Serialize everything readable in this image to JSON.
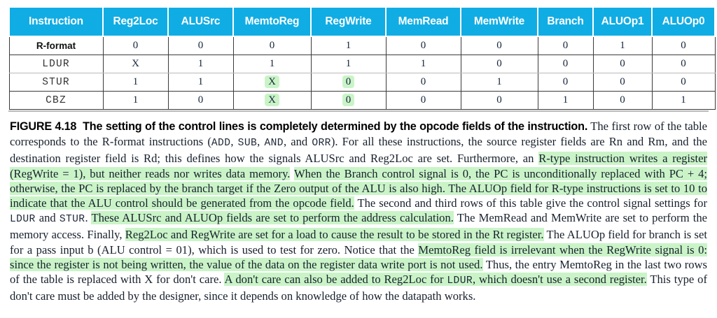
{
  "colors": {
    "header_blue": "#10ADE4",
    "highlight_green": "#CAF4C8",
    "cell_border": "#3a3a3a",
    "text": "#18202c"
  },
  "table": {
    "columns": [
      "Instruction",
      "Reg2Loc",
      "ALUSrc",
      "MemtoReg",
      "RegWrite",
      "MemRead",
      "MemWrite",
      "Branch",
      "ALUOp1",
      "ALUOp0"
    ],
    "rows": [
      {
        "instruction": "R-format",
        "instruction_style": "sans-bold",
        "cells": [
          "0",
          "0",
          "0",
          "1",
          "0",
          "0",
          "0",
          "1",
          "0"
        ],
        "highlighted": []
      },
      {
        "instruction": "LDUR",
        "instruction_style": "mono",
        "cells": [
          "X",
          "1",
          "1",
          "1",
          "1",
          "0",
          "0",
          "0",
          "0"
        ],
        "highlighted": []
      },
      {
        "instruction": "STUR",
        "instruction_style": "mono",
        "cells": [
          "1",
          "1",
          "X",
          "0",
          "0",
          "1",
          "0",
          "0",
          "0"
        ],
        "highlighted": [
          2,
          3
        ]
      },
      {
        "instruction": "CBZ",
        "instruction_style": "mono",
        "cells": [
          "1",
          "0",
          "X",
          "0",
          "0",
          "0",
          "1",
          "0",
          "1"
        ],
        "highlighted": [
          2,
          3
        ]
      }
    ]
  },
  "caption": {
    "figure_number": "FIGURE 4.18",
    "figure_title": "The setting of the control lines is completely determined by the opcode fields of the instruction.",
    "segments": [
      {
        "text": " The first row of the table corresponds to the R-format instructions (",
        "style": "plain",
        "highlight": false
      },
      {
        "text": "ADD",
        "style": "mono",
        "highlight": false
      },
      {
        "text": ", ",
        "style": "plain",
        "highlight": false
      },
      {
        "text": "SUB",
        "style": "mono",
        "highlight": false
      },
      {
        "text": ", ",
        "style": "plain",
        "highlight": false
      },
      {
        "text": "AND",
        "style": "mono",
        "highlight": false
      },
      {
        "text": ", and ",
        "style": "plain",
        "highlight": false
      },
      {
        "text": "ORR",
        "style": "mono",
        "highlight": false
      },
      {
        "text": "). For all these instructions, the source register fields are Rn and Rm, and the destination register field is Rd; this defines how the signals ALUSrc and Reg2Loc are set. Furthermore, an ",
        "style": "plain",
        "highlight": false
      },
      {
        "text": "R-type instruction writes a register (RegWrite = 1), but neither reads nor writes data memory.",
        "style": "plain",
        "highlight": true
      },
      {
        "text": " ",
        "style": "plain",
        "highlight": false
      },
      {
        "text": "When the Branch control signal is 0, the PC is unconditionally replaced with PC + 4; otherwise, the PC is replaced by the branch target if the Zero output of the ALU is also high. The ALUOp field for R-type instructions is set to 10 to indicate that the ALU control should be generated from the opcode field.",
        "style": "plain",
        "highlight": true
      },
      {
        "text": " The second and third rows of this table give the control signal settings for ",
        "style": "plain",
        "highlight": false
      },
      {
        "text": "LDUR",
        "style": "mono",
        "highlight": false
      },
      {
        "text": " and ",
        "style": "plain",
        "highlight": false
      },
      {
        "text": "STUR",
        "style": "mono",
        "highlight": false
      },
      {
        "text": ". ",
        "style": "plain",
        "highlight": false
      },
      {
        "text": "These ALUSrc and ALUOp fields are set to perform the address calculation.",
        "style": "plain",
        "highlight": true
      },
      {
        "text": " The MemRead and MemWrite are set to perform the memory access. Finally, ",
        "style": "plain",
        "highlight": false
      },
      {
        "text": "Reg2Loc and RegWrite are set for a load to cause the result to be stored in the Rt register.",
        "style": "plain",
        "highlight": true
      },
      {
        "text": " The ALUOp field for branch is set for a pass input b (ALU control = 01), which is used to test for zero. Notice that the ",
        "style": "plain",
        "highlight": false
      },
      {
        "text": "MemtoReg field is irrelevant when the RegWrite signal is 0: since the register is not being written, the value of the data on the register data write port is not used.",
        "style": "plain",
        "highlight": true
      },
      {
        "text": " Thus, the entry MemtoReg in the last two rows of the table is replaced with X for don't care. ",
        "style": "plain",
        "highlight": false
      },
      {
        "text": "A don't care can also be added to Reg2Loc for ",
        "style": "plain",
        "highlight": true
      },
      {
        "text": "LDUR",
        "style": "mono",
        "highlight": true
      },
      {
        "text": ", which doesn't use a second register.",
        "style": "plain",
        "highlight": true
      },
      {
        "text": " This type of don't care must be added by the designer, since it depends on knowledge of how the datapath works.",
        "style": "plain",
        "highlight": false
      }
    ]
  }
}
